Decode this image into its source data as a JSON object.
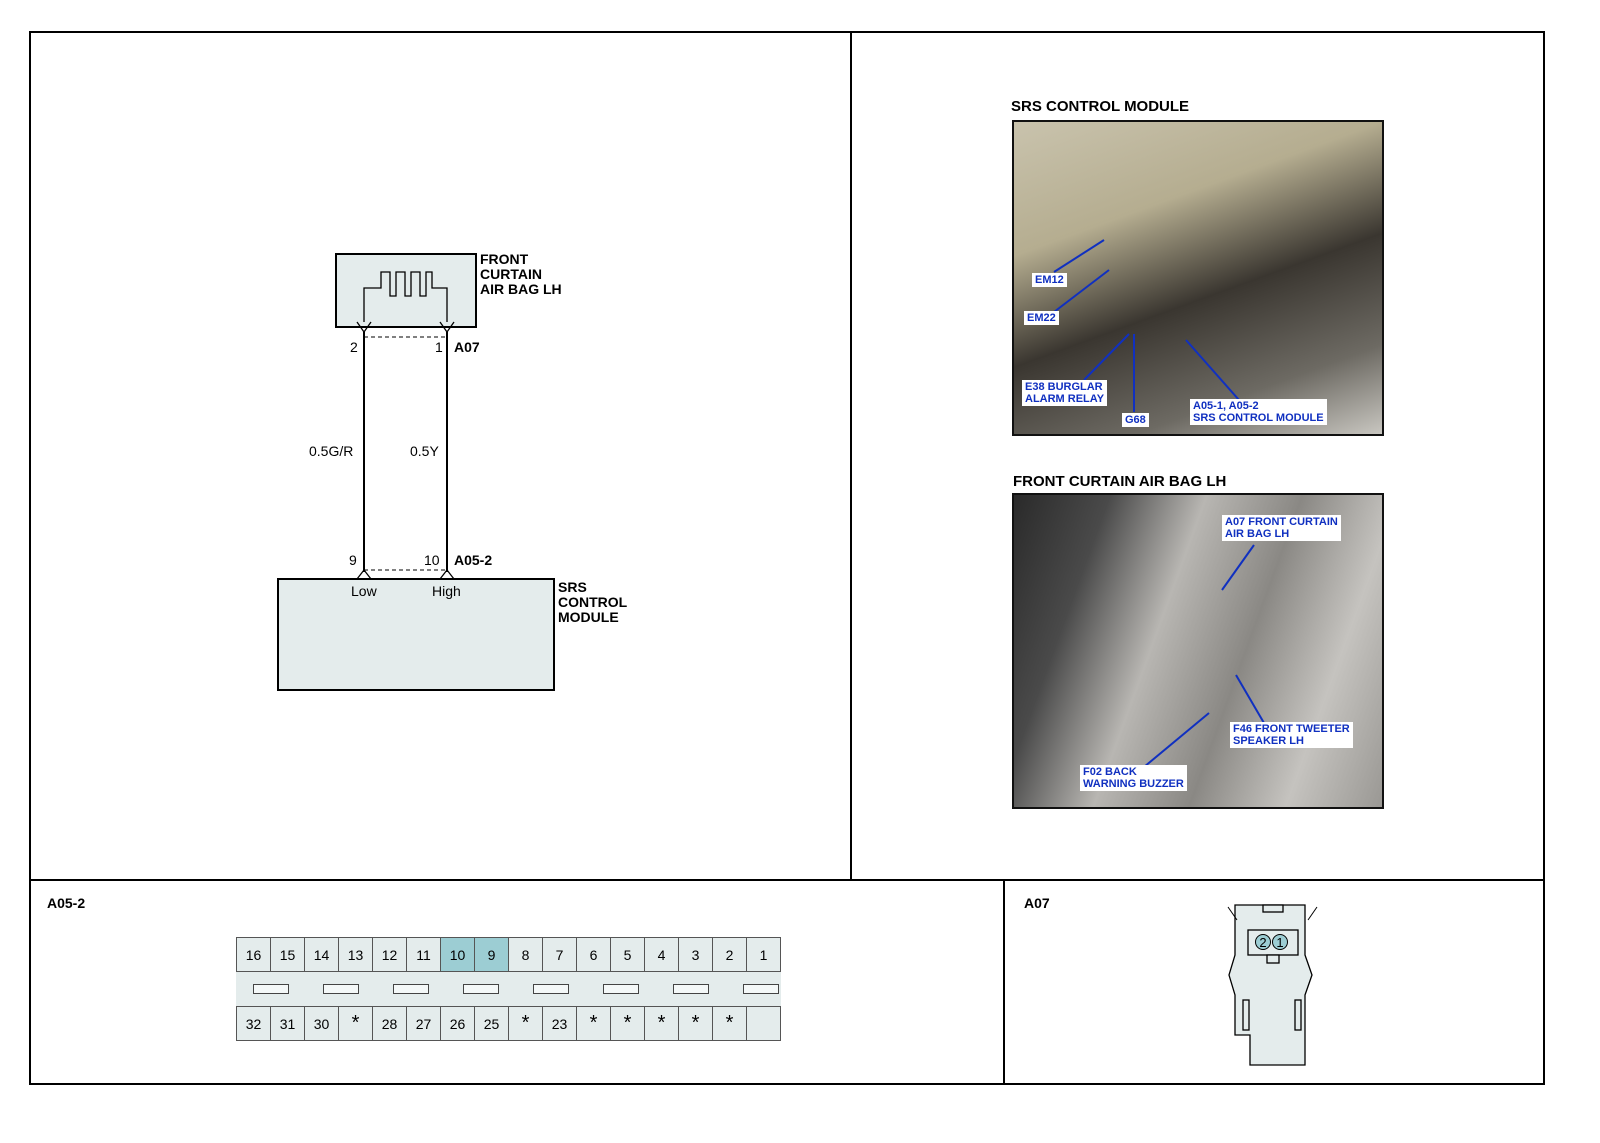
{
  "schematic": {
    "top_component": "FRONT\nCURTAIN\nAIR BAG LH",
    "top_connector": "A07",
    "top_pins": [
      "2",
      "1"
    ],
    "wires": [
      "0.5G/R",
      "0.5Y"
    ],
    "bottom_pins": [
      "9",
      "10"
    ],
    "bottom_connector": "A05-2",
    "bottom_component": "SRS\nCONTROL\nMODULE",
    "pin_functions": [
      "Low",
      "High"
    ]
  },
  "photos": [
    {
      "title": "SRS CONTROL MODULE",
      "tags": [
        "EM12",
        "EM22",
        "E38 BURGLAR\nALARM RELAY",
        "G68",
        "A05-1, A05-2\nSRS CONTROL MODULE"
      ]
    },
    {
      "title": "FRONT CURTAIN AIR BAG LH",
      "tags": [
        "A07 FRONT CURTAIN\nAIR BAG LH",
        "F46 FRONT TWEETER\nSPEAKER LH",
        "F02 BACK\nWARNING BUZZER"
      ]
    }
  ],
  "connectors": {
    "a05_2": {
      "title": "A05-2",
      "top_row": [
        "16",
        "15",
        "14",
        "13",
        "12",
        "11",
        "10",
        "9",
        "8",
        "7",
        "6",
        "5",
        "4",
        "3",
        "2",
        "1"
      ],
      "bottom_row": [
        "32",
        "31",
        "30",
        "*",
        "28",
        "27",
        "26",
        "25",
        "*",
        "23",
        "*",
        "*",
        "*",
        "*",
        "*",
        ""
      ],
      "highlighted": [
        "10",
        "9"
      ]
    },
    "a07": {
      "title": "A07",
      "pins": [
        "2",
        "1"
      ]
    }
  },
  "colors": {
    "component_fill": "#e4ecec",
    "highlight": "#9ccdd3",
    "tag_text": "#1030c0"
  }
}
